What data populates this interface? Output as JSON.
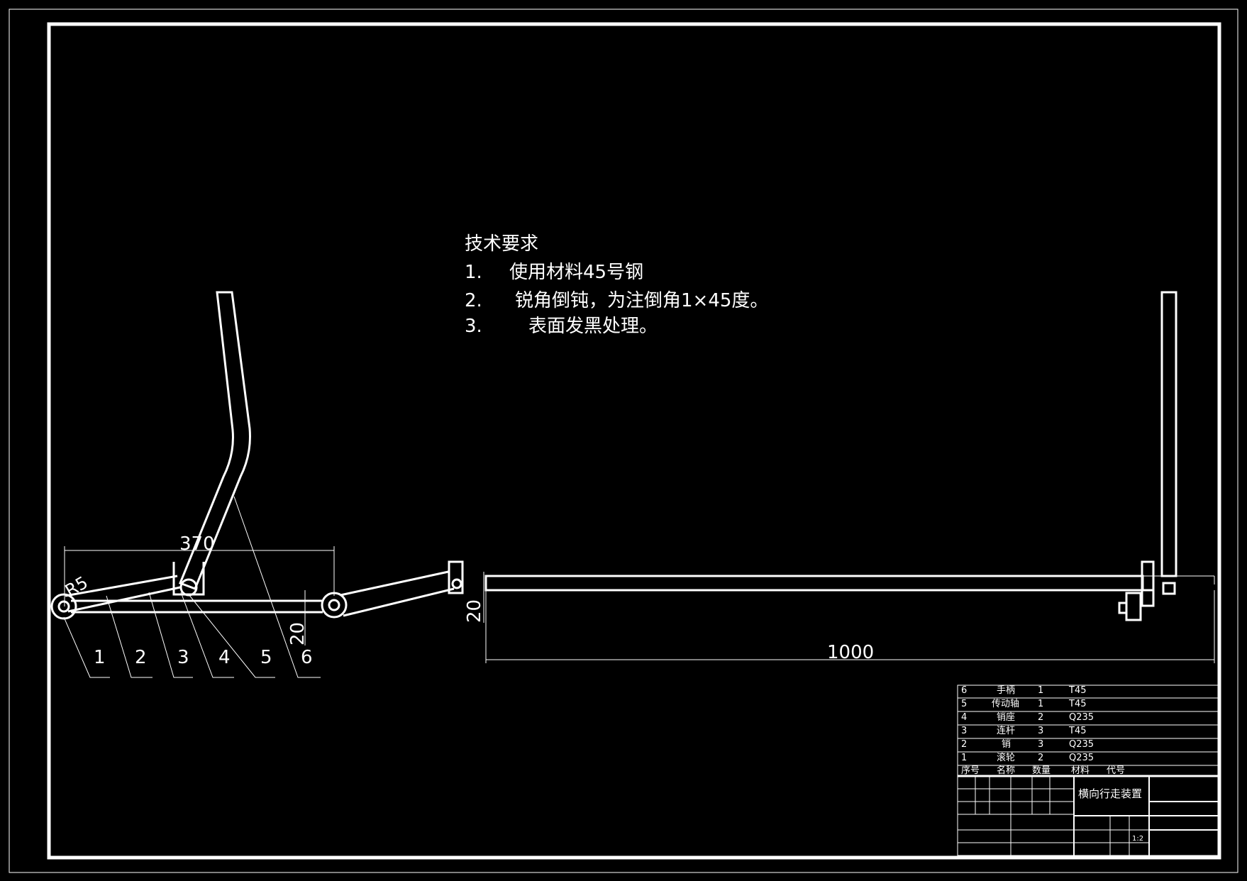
{
  "technical_requirements": {
    "title": "技术要求",
    "items": [
      {
        "num": "1.",
        "text": "使用材料45号钢"
      },
      {
        "num": "2.",
        "text": "锐角倒钝，为注倒角1×45度。"
      },
      {
        "num": "3.",
        "text": "表面发黑处理。"
      }
    ]
  },
  "dimensions": {
    "width_left": "370",
    "radius": "R5",
    "height_left": "20",
    "height_right": "20",
    "length_right": "1000"
  },
  "part_callouts": [
    "1",
    "2",
    "3",
    "4",
    "5",
    "6"
  ],
  "bom": {
    "rows": [
      {
        "no": "6",
        "name": "手柄",
        "qty": "1",
        "material": "T45"
      },
      {
        "no": "5",
        "name": "传动轴",
        "qty": "1",
        "material": "T45"
      },
      {
        "no": "4",
        "name": "销座",
        "qty": "2",
        "material": "Q235"
      },
      {
        "no": "3",
        "name": "连杆",
        "qty": "3",
        "material": "T45"
      },
      {
        "no": "2",
        "name": "销",
        "qty": "3",
        "material": "Q235"
      },
      {
        "no": "1",
        "name": "滚轮",
        "qty": "2",
        "material": "Q235"
      }
    ],
    "header": {
      "no": "序号",
      "name": "名称",
      "qty": "数量",
      "material": "材料",
      "code": "代号"
    }
  },
  "title_block": {
    "drawing_name": "横向行走装置",
    "scale": "1:2"
  },
  "colors": {
    "background": "#000000",
    "lines": "#ffffff"
  }
}
